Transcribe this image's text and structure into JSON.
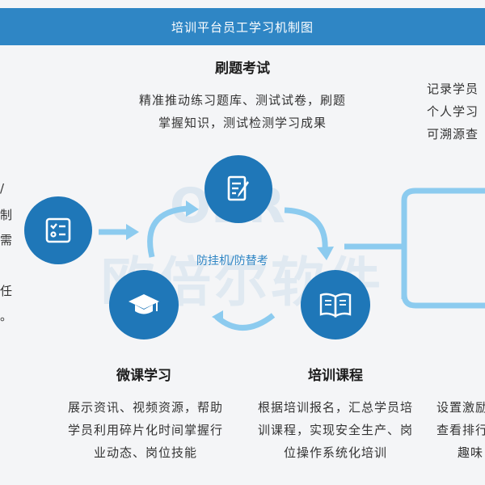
{
  "header": {
    "title": "培训平台员工学习机制图"
  },
  "nodes": {
    "top": {
      "title": "刷题考试",
      "desc_lines": [
        "精准推动练习题库、测试试卷，刷题",
        "掌握知识，测试检测学习成果"
      ]
    },
    "left": {
      "title": "微课学习",
      "desc_lines": [
        "展示资讯、视频资源，帮助",
        "学员利用碎片化时间掌握行",
        "业动态、岗位技能"
      ]
    },
    "right": {
      "title": "培训课程",
      "desc_lines": [
        "根据培训报名，汇总学员培",
        "训课程，实现安全生产、岗",
        "位操作系统化培训"
      ]
    }
  },
  "center_label": "防挂机/防替考",
  "watermark": {
    "logo": "OBR",
    "text": "欧倍尔软件"
  },
  "right_partial": {
    "top_lines": [
      "记录学员",
      "个人学习",
      "可溯源查"
    ],
    "bottom_lines": [
      "设置激励",
      "查看排行",
      "趣味"
    ]
  },
  "left_partial": [
    "/",
    "制",
    "需",
    "任",
    "。"
  ],
  "icons": {
    "checklist": "checklist-icon",
    "exam": "exam-pencil-icon",
    "micro": "graduation-cap-icon",
    "course": "open-book-icon"
  },
  "colors": {
    "primary": "#1f77b8",
    "header": "#2f86c5",
    "arrow": "#8ccbef"
  }
}
